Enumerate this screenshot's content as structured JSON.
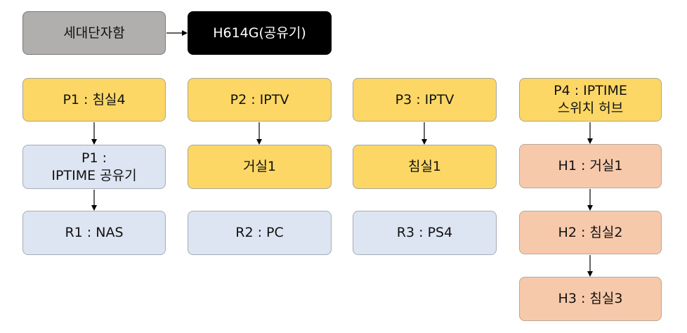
{
  "diagram": {
    "source": {
      "label": "세대단자함"
    },
    "router": {
      "label": "H614G(공유기)"
    },
    "columns": [
      {
        "port": "P1 : 침실4",
        "children": [
          "P1 :\nIPTIME 공유기",
          "R1 : NAS"
        ]
      },
      {
        "port": "P2 : IPTV",
        "children": [
          "거실1",
          "R2 : PC"
        ]
      },
      {
        "port": "P3 : IPTV",
        "children": [
          "침실1",
          "R3 : PS4"
        ]
      },
      {
        "port": "P4 : IPTIME\n스위치 허브",
        "children": [
          "H1 : 거실1",
          "H2 : 침실2",
          "H3 : 침실3"
        ]
      }
    ]
  },
  "colors": {
    "gray": "#b1aeae",
    "black": "#000000",
    "yellow": "#fcd766",
    "blue": "#dde5f2",
    "peach": "#f7c9ab",
    "arrow": "#000000"
  }
}
